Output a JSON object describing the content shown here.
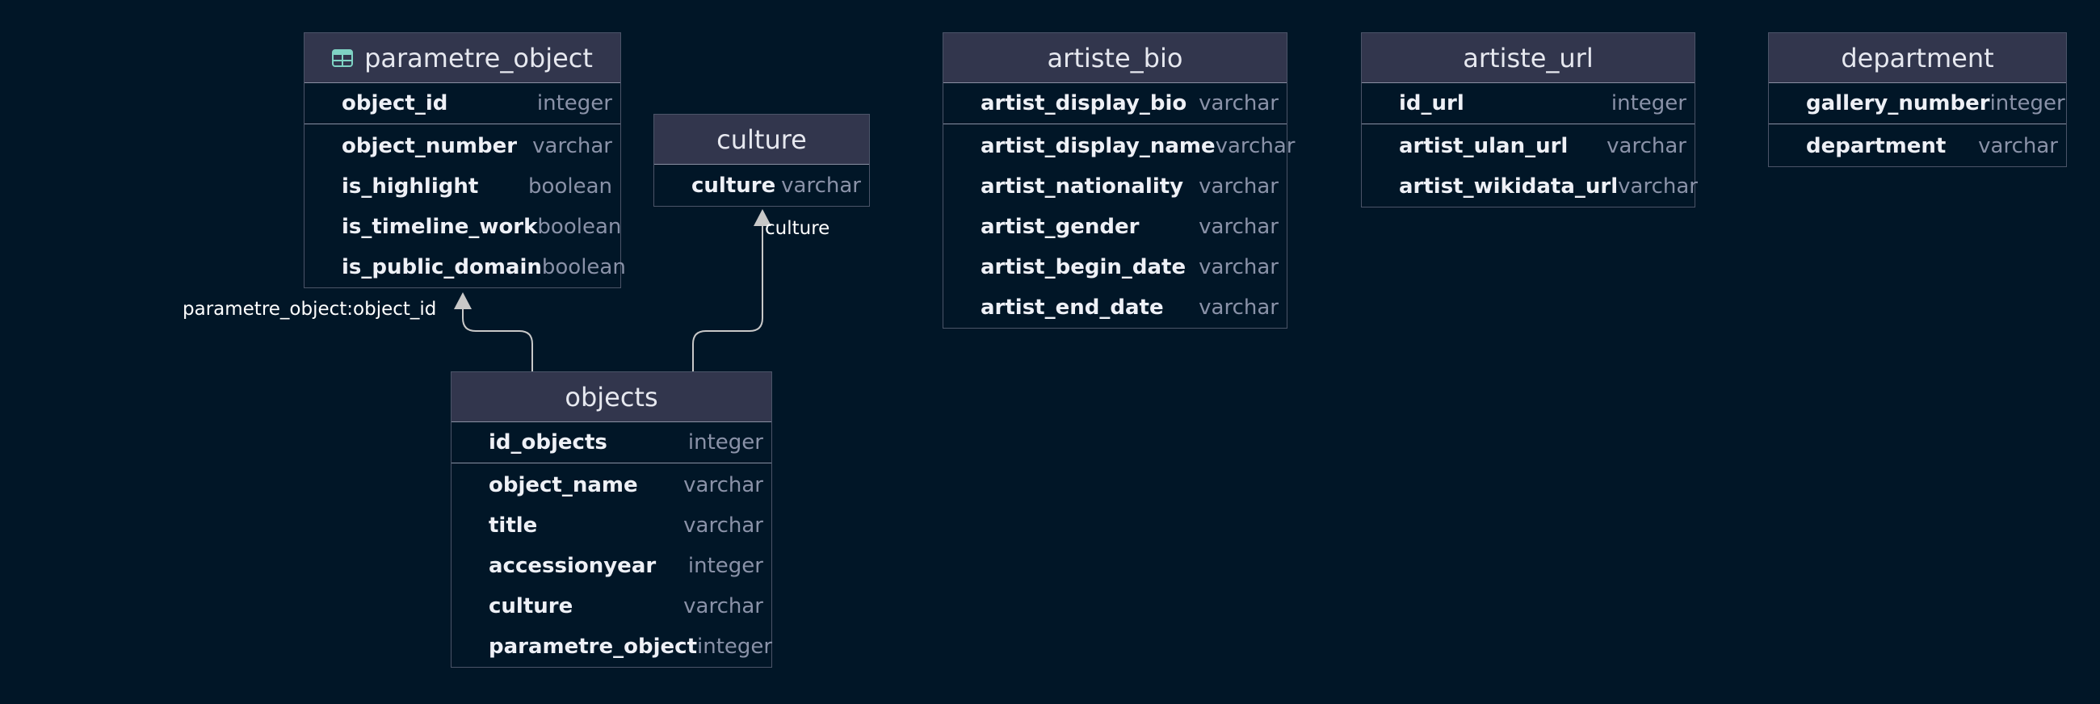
{
  "tables": {
    "parametre_object": {
      "name": "parametre_object",
      "icon": "table-icon",
      "columns": [
        {
          "name": "object_id",
          "type": "integer"
        },
        {
          "name": "object_number",
          "type": "varchar"
        },
        {
          "name": "is_highlight",
          "type": "boolean"
        },
        {
          "name": "is_timeline_work",
          "type": "boolean"
        },
        {
          "name": "is_public_domain",
          "type": "boolean"
        }
      ]
    },
    "culture": {
      "name": "culture",
      "columns": [
        {
          "name": "culture",
          "type": "varchar"
        }
      ]
    },
    "objects": {
      "name": "objects",
      "columns": [
        {
          "name": "id_objects",
          "type": "integer"
        },
        {
          "name": "object_name",
          "type": "varchar"
        },
        {
          "name": "title",
          "type": "varchar"
        },
        {
          "name": "accessionyear",
          "type": "integer"
        },
        {
          "name": "culture",
          "type": "varchar"
        },
        {
          "name": "parametre_object",
          "type": "integer"
        }
      ]
    },
    "artiste_bio": {
      "name": "artiste_bio",
      "columns": [
        {
          "name": "artist_display_bio",
          "type": "varchar"
        },
        {
          "name": "artist_display_name",
          "type": "varchar"
        },
        {
          "name": "artist_nationality",
          "type": "varchar"
        },
        {
          "name": "artist_gender",
          "type": "varchar"
        },
        {
          "name": "artist_begin_date",
          "type": "varchar"
        },
        {
          "name": "artist_end_date",
          "type": "varchar"
        }
      ]
    },
    "artiste_url": {
      "name": "artiste_url",
      "columns": [
        {
          "name": "id_url",
          "type": "integer"
        },
        {
          "name": "artist_ulan_url",
          "type": "varchar"
        },
        {
          "name": "artist_wikidata_url",
          "type": "varchar"
        }
      ]
    },
    "department": {
      "name": "department",
      "columns": [
        {
          "name": "gallery_number",
          "type": "integer"
        },
        {
          "name": "department",
          "type": "varchar"
        }
      ]
    }
  },
  "relations": [
    {
      "from": "objects",
      "to": "parametre_object",
      "label": "parametre_object:object_id"
    },
    {
      "from": "objects",
      "to": "culture",
      "label": "culture"
    }
  ],
  "colors": {
    "background": "#011627",
    "header": "#32364d",
    "border": "#4b5468",
    "edge": "#c8c8c8",
    "column_name": "#eef0f6",
    "column_type": "#8a92a8",
    "icon": "#7fd3c4"
  }
}
